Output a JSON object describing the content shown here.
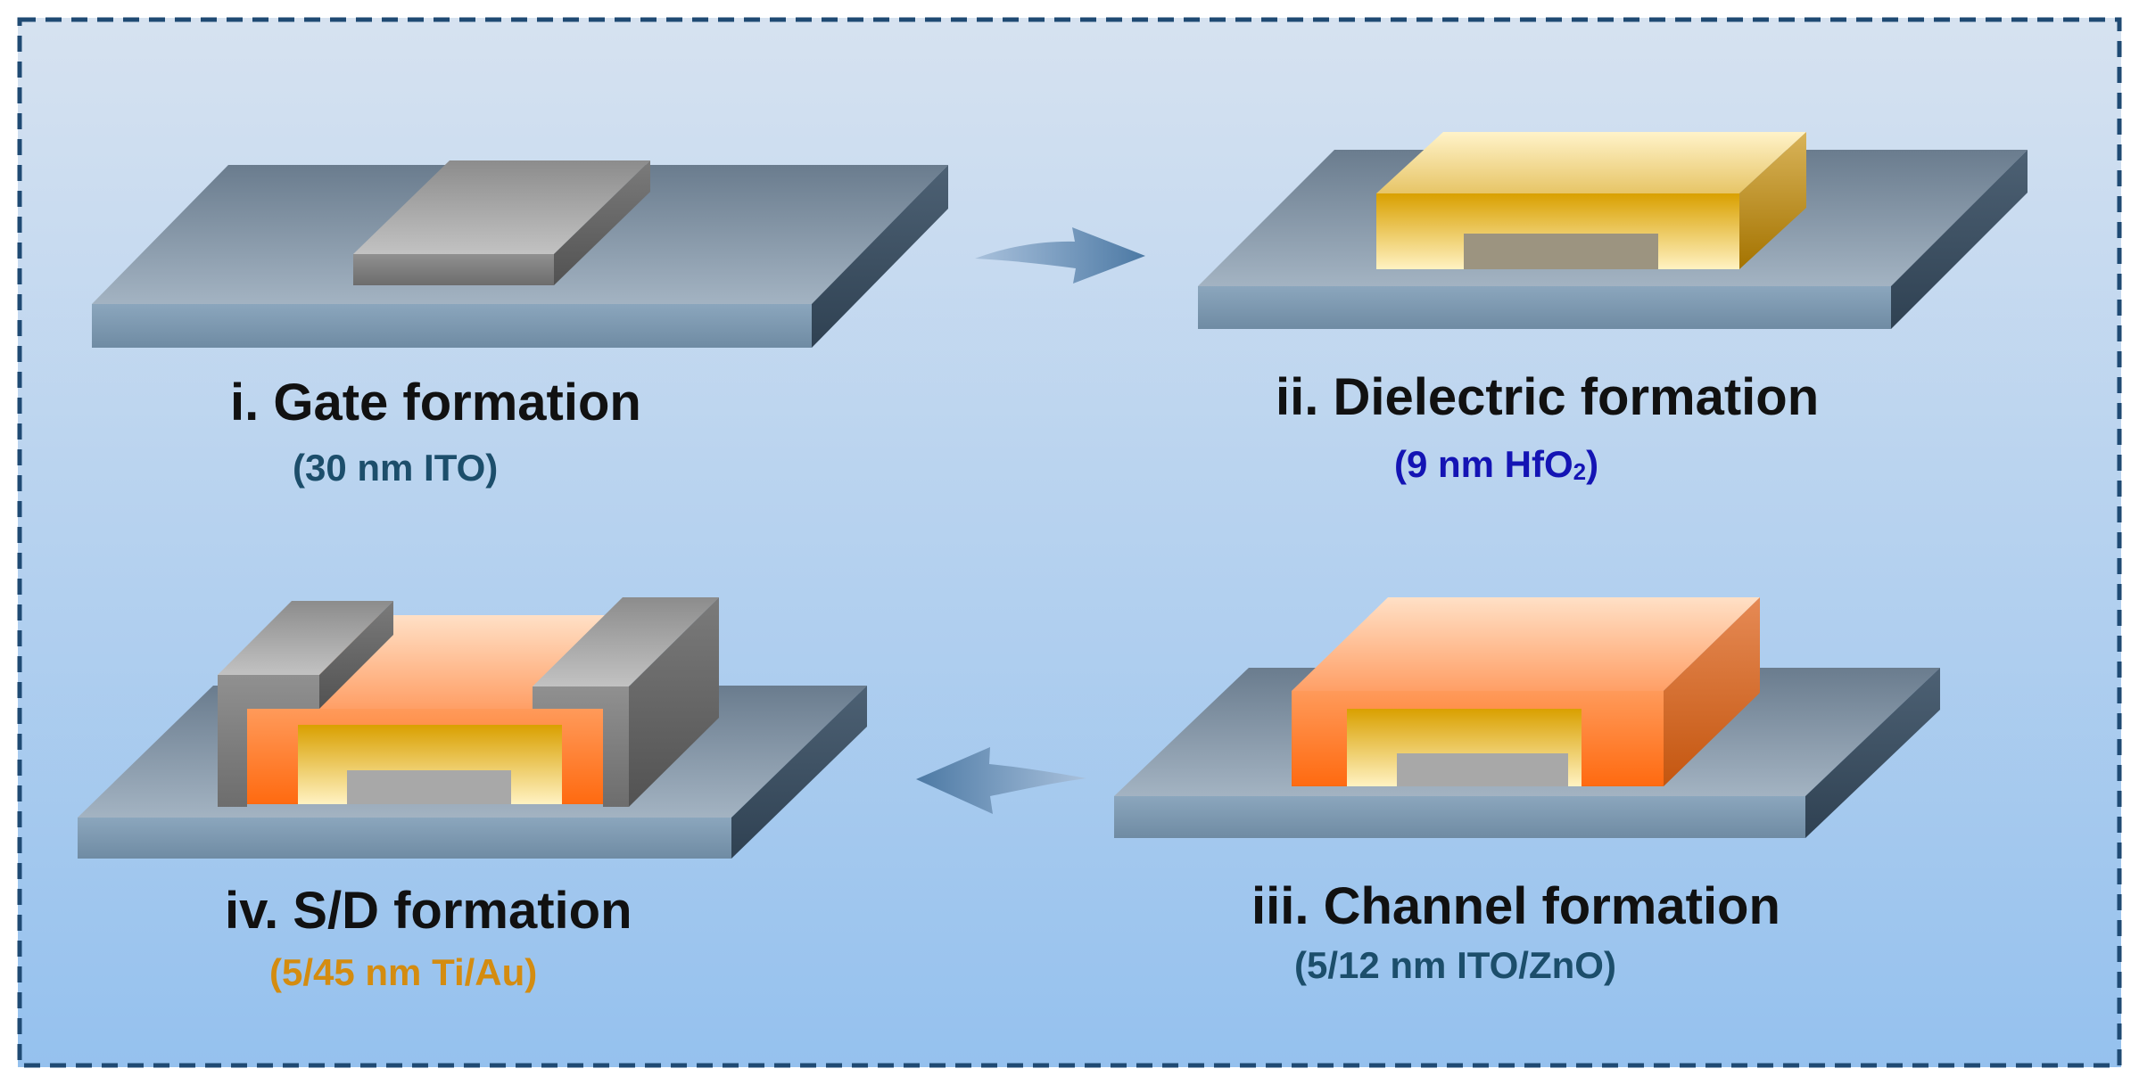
{
  "steps": [
    {
      "title": "i. Gate formation",
      "material": "(30 nm ITO)"
    },
    {
      "title": "ii. Dielectric formation",
      "material_pre": "(9 nm HfO",
      "material_sub": "2",
      "material_post": ")"
    },
    {
      "title": "iii. Channel formation",
      "material": "(5/12 nm ITO/ZnO)"
    },
    {
      "title": "iv. S/D formation",
      "material": "(5/45 nm Ti/Au)"
    }
  ],
  "colors": {
    "background_top": "#d6e2f0",
    "background_bottom": "#95c1ee",
    "border": "#1f4a73",
    "substrate_top": "#8fa1b2",
    "substrate_front": "#7f9ab1",
    "ito_gate": "#8c8c8c",
    "hfo2_dielectric": "#e0a500",
    "ito_zno_channel": "#ff7d26",
    "ti_au_contact": "#a9a9a9",
    "arrow": "#4f7ba6",
    "label_ito": "#1c4e6b",
    "label_hfo2": "#1414b4",
    "label_itozno": "#1c4e6b",
    "label_tiau": "#d48c10"
  }
}
